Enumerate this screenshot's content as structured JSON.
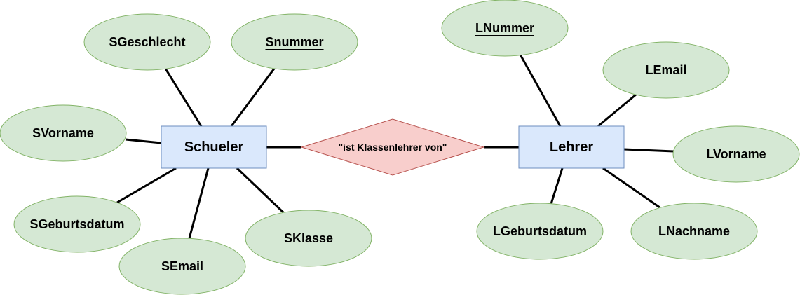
{
  "colors": {
    "attribute_fill": "#d5e8d4",
    "attribute_stroke": "#82b366",
    "entity_fill": "#dae8fc",
    "entity_stroke": "#6c8ebf",
    "relationship_fill": "#f8cecc",
    "relationship_stroke": "#b85450",
    "connector": "#000000"
  },
  "entities": {
    "schueler": "Schueler",
    "lehrer": "Lehrer"
  },
  "relationship": {
    "label": "\"ist Klassenlehrer von\""
  },
  "schueler_attributes": {
    "snummer": "Snummer",
    "sgeschlecht": "SGeschlecht",
    "svorname": "SVorname",
    "sgeburtsdatum": "SGeburtsdatum",
    "semail": "SEmail",
    "sklasse": "SKlasse"
  },
  "lehrer_attributes": {
    "lnummer": "LNummer",
    "lemail": "LEmail",
    "lvorname": "LVorname",
    "lnachname": "LNachname",
    "lgeburtsdatum": "LGeburtsdatum"
  },
  "primary_keys": [
    "Snummer",
    "LNummer"
  ]
}
